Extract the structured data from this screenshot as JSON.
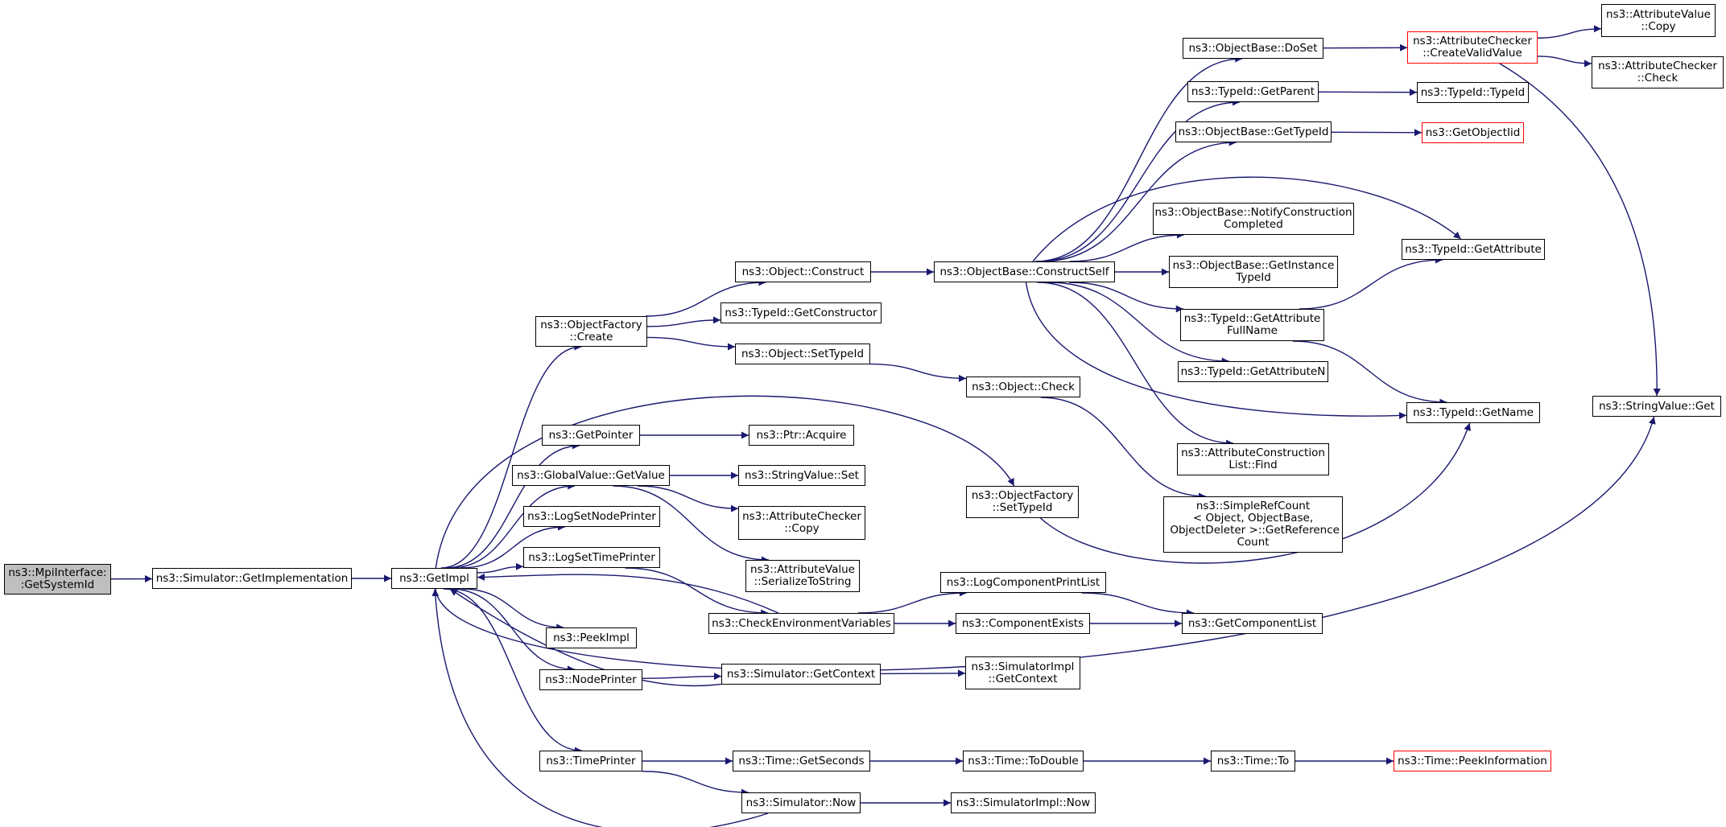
{
  "colors": {
    "edge": "#191970",
    "node_border": "#000000",
    "truncated_border": "#ff0000",
    "root_fill": "#bfbfbf"
  },
  "nodes": {
    "mpi_getsystemid": "ns3::MpiInterface:\n:GetSystemId",
    "simulator_getimplementation": "ns3::Simulator::GetImplementation",
    "getimpl": "ns3::GetImpl",
    "objectfactory_create": "ns3::ObjectFactory\n::Create",
    "object_construct": "ns3::Object::Construct",
    "typeid_getconstructor": "ns3::TypeId::GetConstructor",
    "object_settypeid": "ns3::Object::SetTypeId",
    "objectbase_constructself": "ns3::ObjectBase::ConstructSelf",
    "object_check": "ns3::Object::Check",
    "objectbase_doset": "ns3::ObjectBase::DoSet",
    "typeid_getparent": "ns3::TypeId::GetParent",
    "objectbase_gettypeid": "ns3::ObjectBase::GetTypeId",
    "objectbase_notifyconstructioncompleted": "ns3::ObjectBase::NotifyConstruction\nCompleted",
    "objectbase_getinstancetypeid": "ns3::ObjectBase::GetInstance\nTypeId",
    "typeid_getattributefullname": "ns3::TypeId::GetAttribute\nFullName",
    "typeid_getattributen": "ns3::TypeId::GetAttributeN",
    "attributeconstructionlist_find": "ns3::AttributeConstruction\nList::Find",
    "simplerefcount_getreferencecount": "ns3::SimpleRefCount\n< Object, ObjectBase,\n ObjectDeleter >::GetReference\nCount",
    "attributechecker_createvalidvalue": "ns3::AttributeChecker\n::CreateValidValue",
    "typeid_typeid": "ns3::TypeId::TypeId",
    "getobjectiid": "ns3::GetObjectIid",
    "typeid_getattribute": "ns3::TypeId::GetAttribute",
    "typeid_getname": "ns3::TypeId::GetName",
    "attributevalue_copy": "ns3::AttributeValue\n::Copy",
    "attributechecker_check": "ns3::AttributeChecker\n::Check",
    "stringvalue_get": "ns3::StringValue::Get",
    "getpointer": "ns3::GetPointer",
    "ptr_acquire": "ns3::Ptr::Acquire",
    "globalvalue_getvalue": "ns3::GlobalValue::GetValue",
    "stringvalue_set": "ns3::StringValue::Set",
    "attributechecker_copy": "ns3::AttributeChecker\n::Copy",
    "attributevalue_serializetostring": "ns3::AttributeValue\n::SerializeToString",
    "logsetnodeprinter": "ns3::LogSetNodePrinter",
    "logsettimeprinter": "ns3::LogSetTimePrinter",
    "objectfactory_settypeid": "ns3::ObjectFactory\n::SetTypeId",
    "checkenvironmentvariables": "ns3::CheckEnvironmentVariables",
    "logcomponentprintlist": "ns3::LogComponentPrintList",
    "componentexists": "ns3::ComponentExists",
    "getcomponentlist": "ns3::GetComponentList",
    "peekimpl": "ns3::PeekImpl",
    "nodeprinter": "ns3::NodePrinter",
    "simulator_getcontext": "ns3::Simulator::GetContext",
    "simulatorimpl_getcontext": "ns3::SimulatorImpl\n::GetContext",
    "timeprinter": "ns3::TimePrinter",
    "time_getseconds": "ns3::Time::GetSeconds",
    "time_todouble": "ns3::Time::ToDouble",
    "time_to": "ns3::Time::To",
    "time_peekinformation": "ns3::Time::PeekInformation",
    "simulator_now": "ns3::Simulator::Now",
    "simulatorimpl_now": "ns3::SimulatorImpl::Now"
  },
  "edges": [
    [
      "mpi_getsystemid",
      "simulator_getimplementation"
    ],
    [
      "simulator_getimplementation",
      "getimpl"
    ],
    [
      "getimpl",
      "objectfactory_create"
    ],
    [
      "getimpl",
      "getpointer"
    ],
    [
      "getimpl",
      "globalvalue_getvalue"
    ],
    [
      "getimpl",
      "logsetnodeprinter"
    ],
    [
      "getimpl",
      "logsettimeprinter"
    ],
    [
      "getimpl",
      "peekimpl"
    ],
    [
      "getimpl",
      "nodeprinter"
    ],
    [
      "getimpl",
      "timeprinter"
    ],
    [
      "getimpl",
      "objectfactory_settypeid"
    ],
    [
      "getimpl",
      "stringvalue_get"
    ],
    [
      "objectfactory_create",
      "object_construct"
    ],
    [
      "objectfactory_create",
      "typeid_getconstructor"
    ],
    [
      "objectfactory_create",
      "object_settypeid"
    ],
    [
      "object_construct",
      "objectbase_constructself"
    ],
    [
      "object_settypeid",
      "object_check"
    ],
    [
      "objectbase_constructself",
      "objectbase_doset"
    ],
    [
      "objectbase_constructself",
      "typeid_getparent"
    ],
    [
      "objectbase_constructself",
      "objectbase_gettypeid"
    ],
    [
      "objectbase_constructself",
      "objectbase_notifyconstructioncompleted"
    ],
    [
      "objectbase_constructself",
      "objectbase_getinstancetypeid"
    ],
    [
      "objectbase_constructself",
      "typeid_getattributefullname"
    ],
    [
      "objectbase_constructself",
      "typeid_getattributen"
    ],
    [
      "objectbase_constructself",
      "attributeconstructionlist_find"
    ],
    [
      "objectbase_constructself",
      "typeid_getattribute"
    ],
    [
      "objectbase_constructself",
      "typeid_getname"
    ],
    [
      "objectbase_doset",
      "attributechecker_createvalidvalue"
    ],
    [
      "attributechecker_createvalidvalue",
      "attributevalue_copy"
    ],
    [
      "attributechecker_createvalidvalue",
      "attributechecker_check"
    ],
    [
      "attributechecker_createvalidvalue",
      "stringvalue_get"
    ],
    [
      "typeid_getparent",
      "typeid_typeid"
    ],
    [
      "objectbase_gettypeid",
      "getobjectiid"
    ],
    [
      "typeid_getattributefullname",
      "typeid_getattribute"
    ],
    [
      "typeid_getattributefullname",
      "typeid_getname"
    ],
    [
      "object_check",
      "simplerefcount_getreferencecount"
    ],
    [
      "objectfactory_settypeid",
      "typeid_getname"
    ],
    [
      "getpointer",
      "ptr_acquire"
    ],
    [
      "globalvalue_getvalue",
      "stringvalue_set"
    ],
    [
      "globalvalue_getvalue",
      "attributechecker_copy"
    ],
    [
      "globalvalue_getvalue",
      "attributevalue_serializetostring"
    ],
    [
      "logsettimeprinter",
      "checkenvironmentvariables"
    ],
    [
      "checkenvironmentvariables",
      "logcomponentprintlist"
    ],
    [
      "checkenvironmentvariables",
      "componentexists"
    ],
    [
      "checkenvironmentvariables",
      "getimpl"
    ],
    [
      "logcomponentprintlist",
      "getcomponentlist"
    ],
    [
      "componentexists",
      "getcomponentlist"
    ],
    [
      "nodeprinter",
      "simulator_getcontext"
    ],
    [
      "simulator_getcontext",
      "simulatorimpl_getcontext"
    ],
    [
      "simulator_getcontext",
      "getimpl"
    ],
    [
      "timeprinter",
      "time_getseconds"
    ],
    [
      "timeprinter",
      "simulator_now"
    ],
    [
      "time_getseconds",
      "time_todouble"
    ],
    [
      "time_todouble",
      "time_to"
    ],
    [
      "time_to",
      "time_peekinformation"
    ],
    [
      "simulator_now",
      "simulatorimpl_now"
    ],
    [
      "simulator_now",
      "getimpl"
    ]
  ]
}
